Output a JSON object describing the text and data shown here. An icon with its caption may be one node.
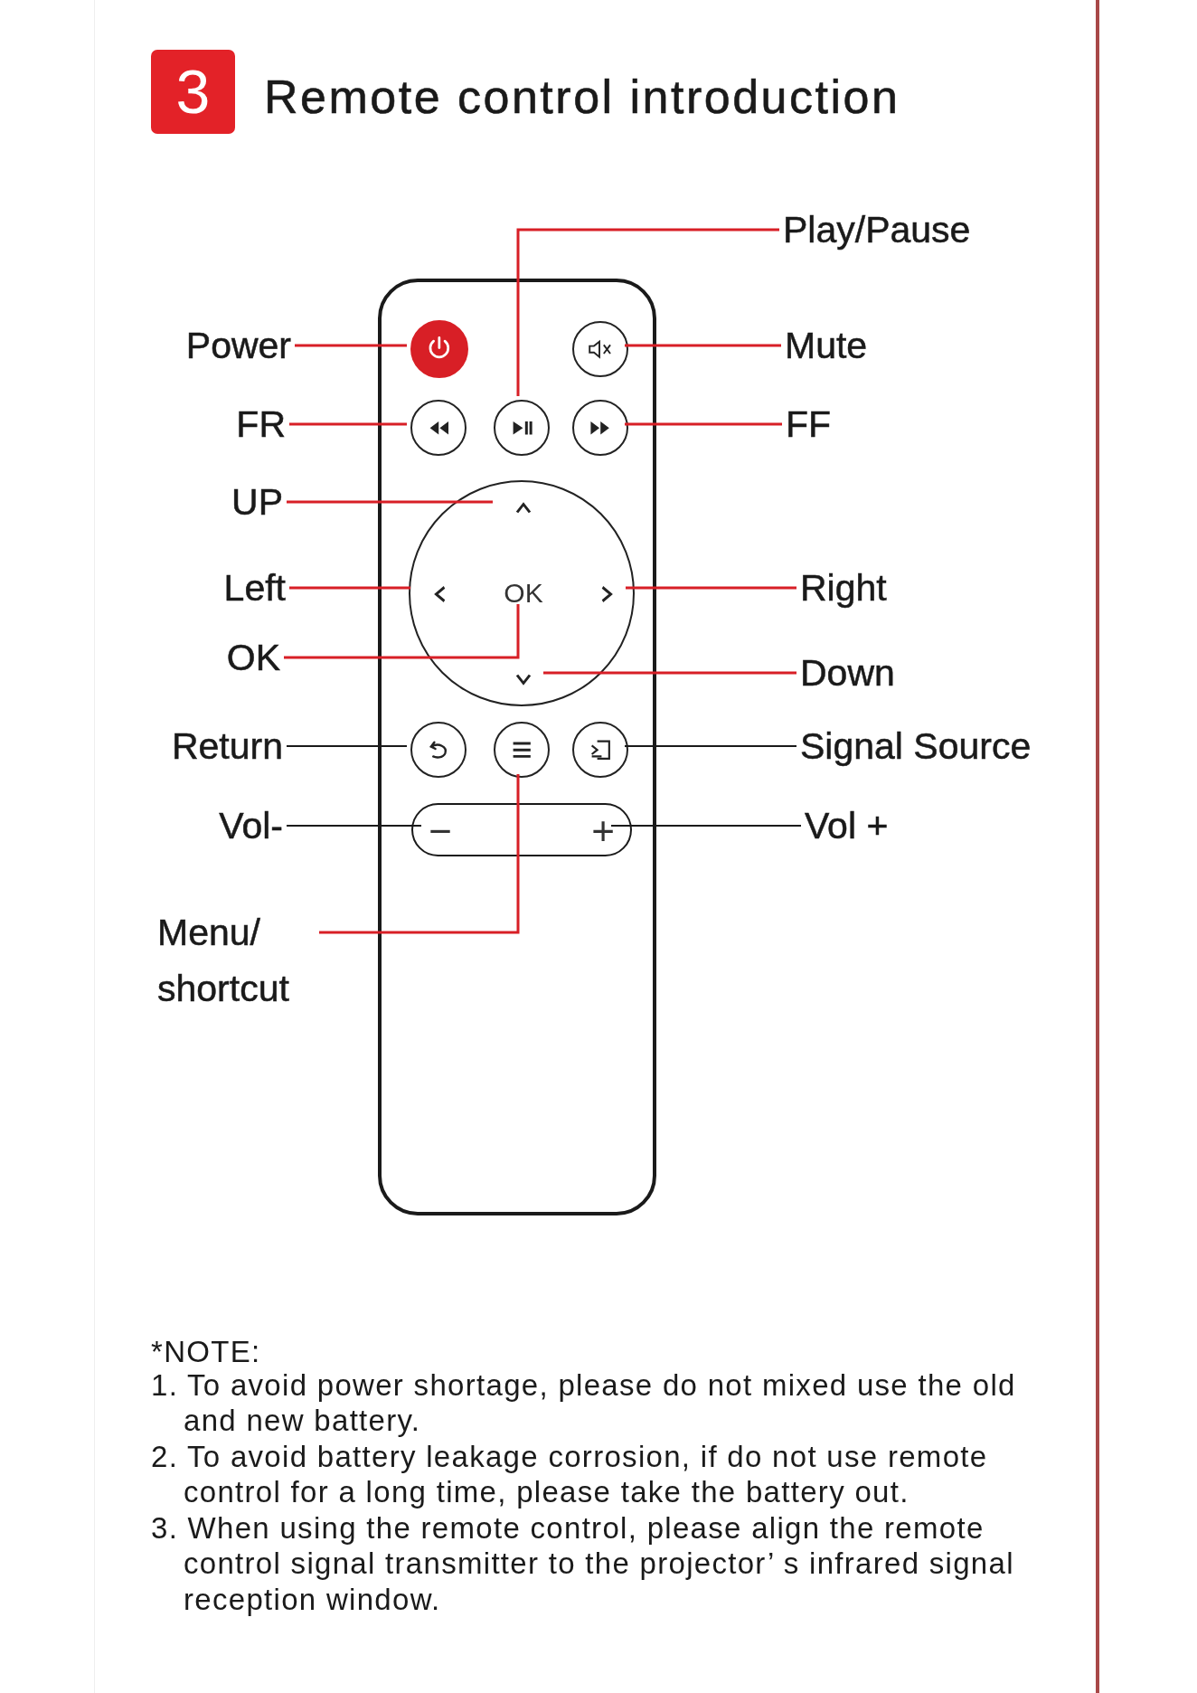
{
  "diagram": {
    "title": "Remote control introduction",
    "nodes": [
      {
        "text": [],
        "shape": "box"
      },
      {
        "text": [],
        "shape": "circle",
        "in": 0
      },
      {
        "text": [],
        "shape": "circle",
        "in": 0
      },
      {
        "text": [],
        "shape": "circle",
        "in": 0
      },
      {
        "text": [],
        "shape": "circle",
        "in": 0
      },
      {
        "text": [],
        "shape": "circle",
        "in": 0
      },
      {
        "text": [],
        "shape": "circle",
        "in": 0
      },
      {
        "text": [],
        "shape": "chevron",
        "in": 6
      },
      {
        "text": [],
        "shape": "chevron",
        "in": 6
      },
      {
        "text": [
          "OK"
        ],
        "in": 6
      },
      {
        "text": [],
        "shape": "chevron",
        "in": 6
      },
      {
        "text": [],
        "shape": "chevron",
        "in": 6
      },
      {
        "text": [],
        "shape": "circle",
        "in": 0
      },
      {
        "text": [],
        "shape": "circle",
        "in": 0
      },
      {
        "text": [],
        "shape": "circle",
        "in": 0
      },
      {
        "text": [],
        "shape": "box",
        "in": 0
      },
      {
        "text": [
          "−"
        ],
        "in": 15
      },
      {
        "text": [
          "+"
        ],
        "in": 15
      },
      {
        "text": [
          "Play/Pause"
        ]
      },
      {
        "text": [
          "Power"
        ]
      },
      {
        "text": [
          "Mute"
        ]
      },
      {
        "text": [
          "FR"
        ]
      },
      {
        "text": [
          "FF"
        ]
      },
      {
        "text": [
          "UP"
        ]
      },
      {
        "text": [
          "Left"
        ]
      },
      {
        "text": [
          "Right"
        ]
      },
      {
        "text": [
          "OK"
        ]
      },
      {
        "text": [
          "Down"
        ]
      },
      {
        "text": [
          "Return"
        ]
      },
      {
        "text": [
          "Signal Source"
        ]
      },
      {
        "text": [
          "Vol-"
        ]
      },
      {
        "text": [
          "Vol +"
        ]
      },
      {
        "text": [
          "Menu/ shortcut"
        ]
      }
    ],
    "edges": [
      {
        "from": 18,
        "to": 4,
        "arrow": "none"
      },
      {
        "from": 19,
        "to": 1,
        "arrow": "none"
      },
      {
        "from": 20,
        "to": 2,
        "arrow": "none"
      },
      {
        "from": 21,
        "to": 3,
        "arrow": "none"
      },
      {
        "from": 22,
        "to": 5,
        "arrow": "none"
      },
      {
        "from": 23,
        "to": 7,
        "arrow": "none"
      },
      {
        "from": 24,
        "to": 8,
        "arrow": "none"
      },
      {
        "from": 25,
        "to": 10,
        "arrow": "none"
      },
      {
        "from": 26,
        "to": 9,
        "arrow": "none"
      },
      {
        "from": 27,
        "to": 11,
        "arrow": "none"
      },
      {
        "from": 28,
        "to": 12,
        "arrow": "none",
        "color": "#1a1a1a"
      },
      {
        "from": 29,
        "to": 14,
        "arrow": "none",
        "color": "#1a1a1a"
      },
      {
        "from": 30,
        "to": 16,
        "arrow": "none",
        "color": "#1a1a1a"
      },
      {
        "from": 31,
        "to": 17,
        "arrow": "none",
        "color": "#1a1a1a"
      },
      {
        "from": 32,
        "to": 13,
        "arrow": "none"
      }
    ],
    "labels": [
      "3",
      "*NOTE:",
      "1. To avoid power shortage, please do not mixed use the old and new battery.",
      "2. To avoid battery leakage corrosion, if do not use remote control for a long time, please take the battery out.",
      "3. When using the remote control, please align the remote control signal transmitter to the projector’ s infrared signal reception window."
    ]
  }
}
